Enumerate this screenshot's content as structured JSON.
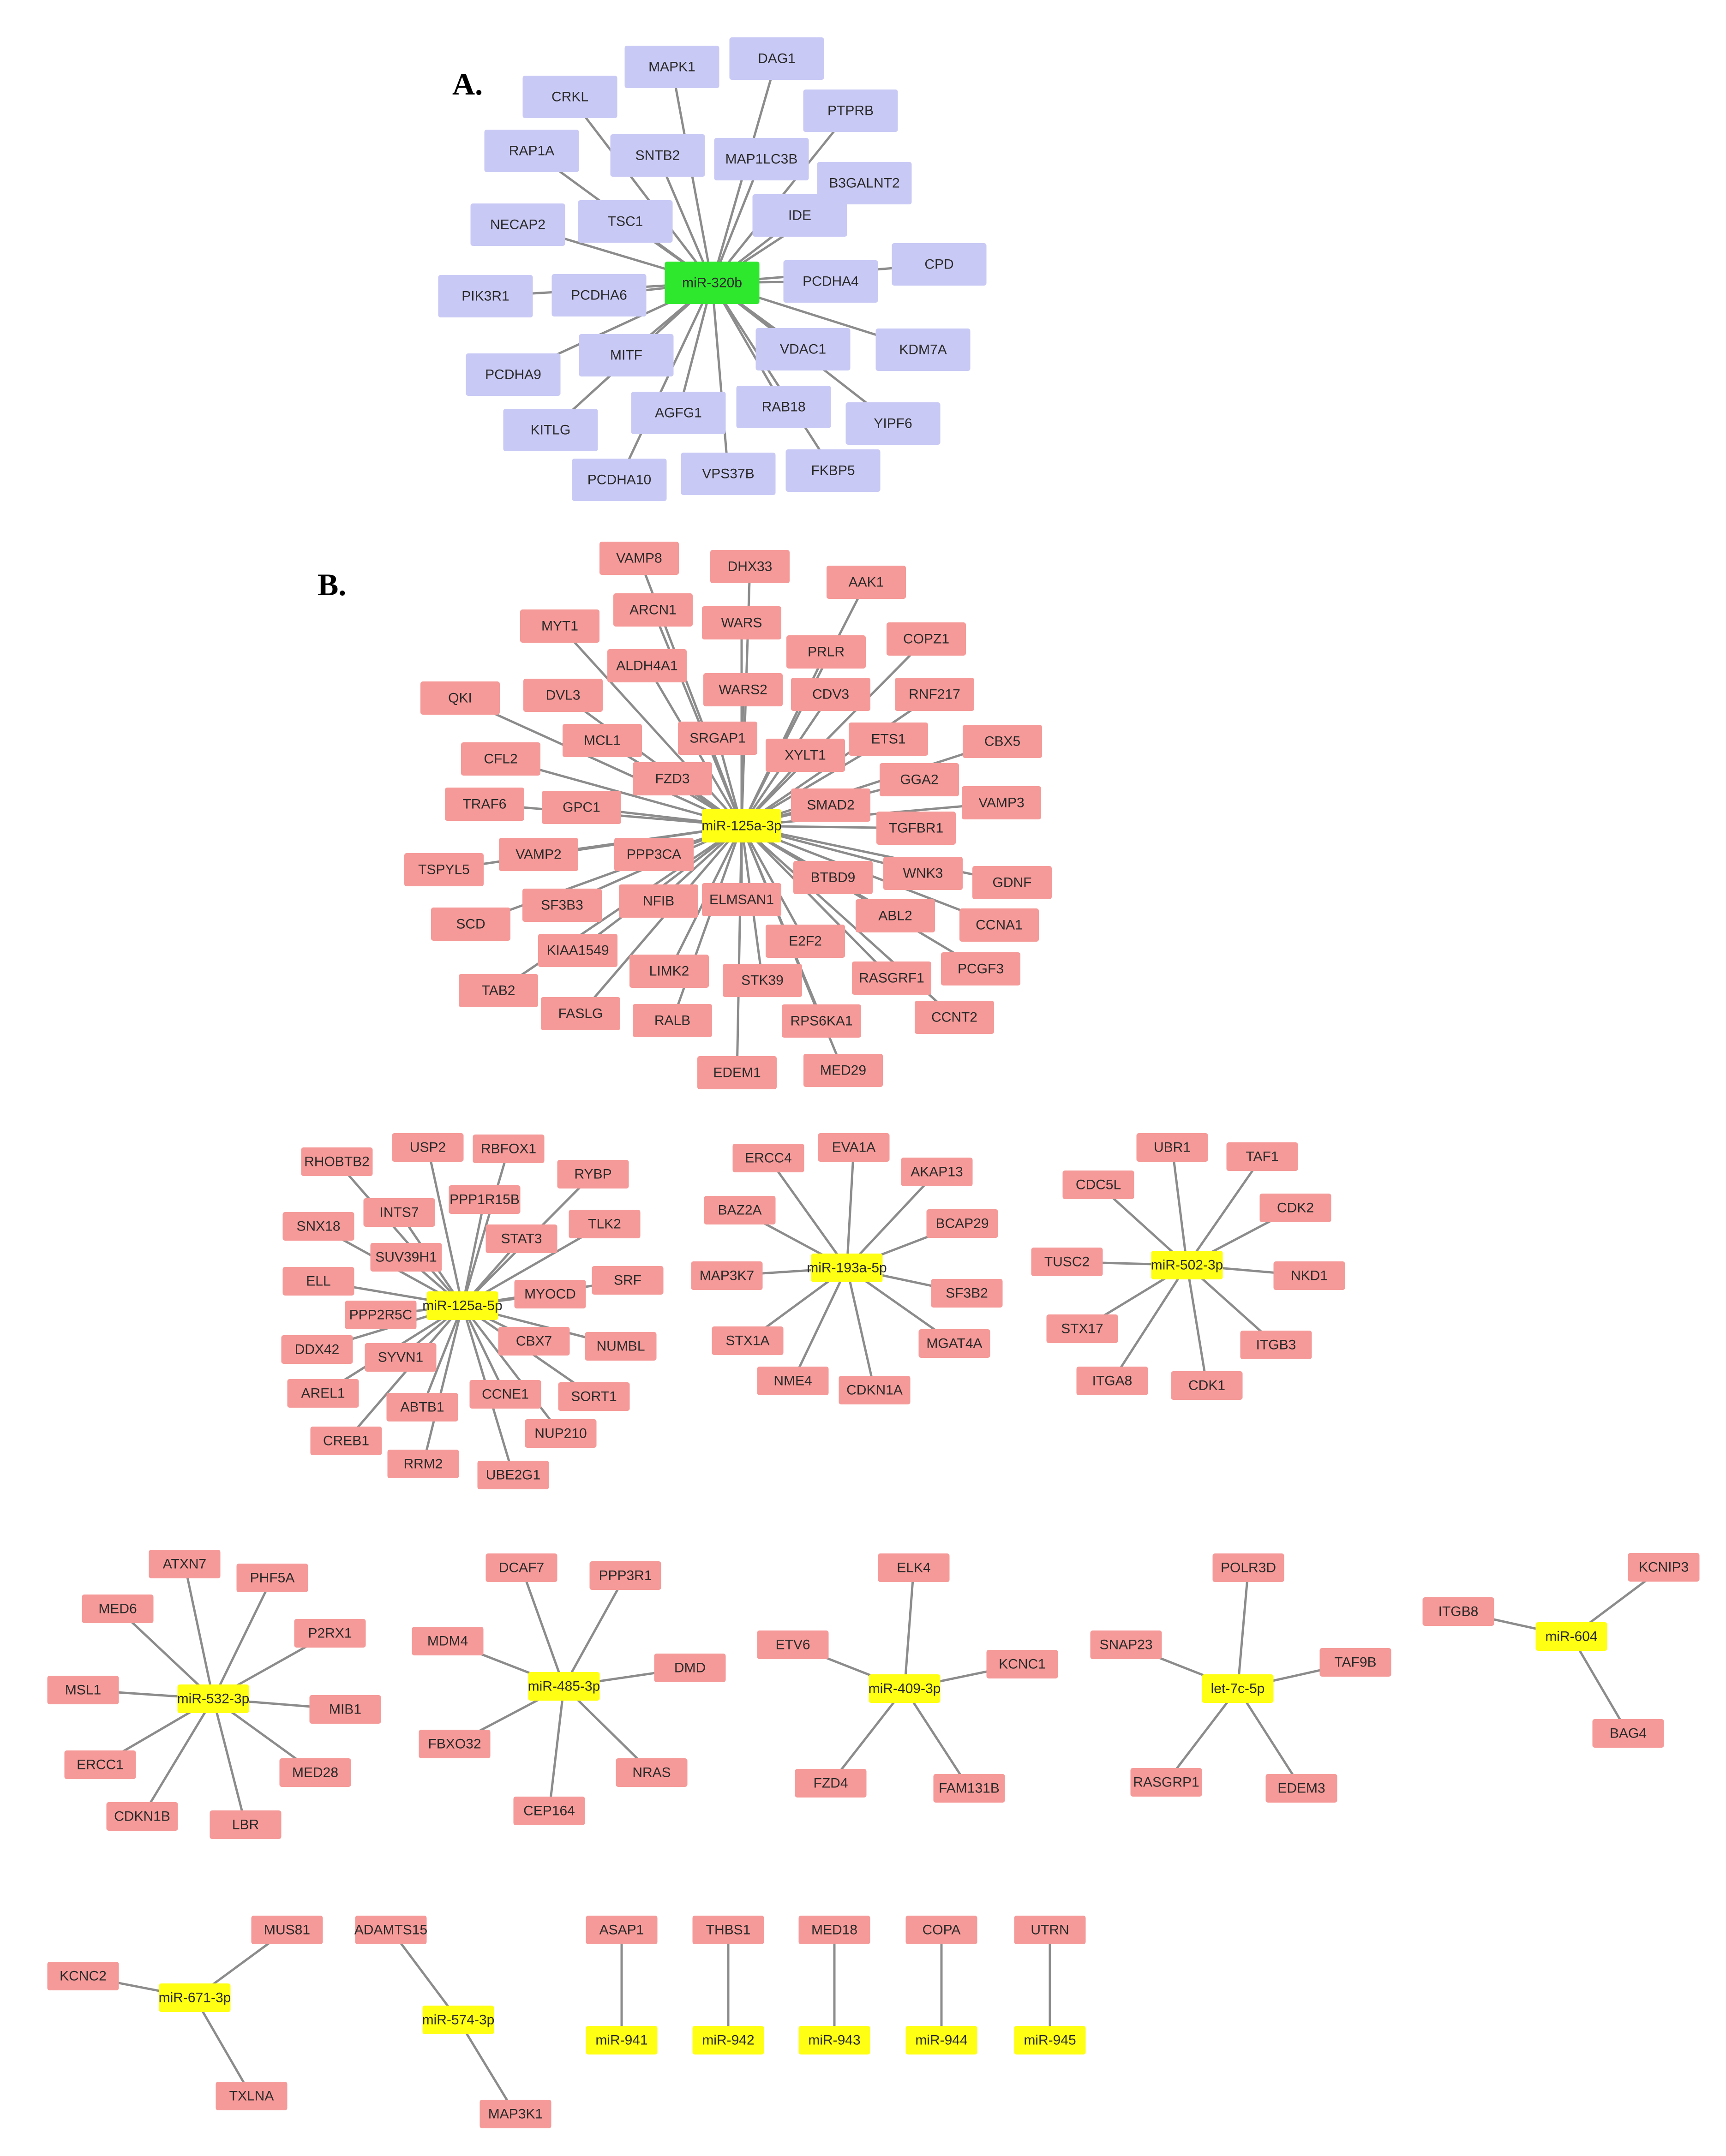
{
  "panel_labels": {
    "a": "A.",
    "b": "B."
  },
  "colors": {
    "mirna_a": "#2ee82e",
    "mirna_b": "#ffff14",
    "target_a": "#c9c9f5",
    "target_b": "#f59a98",
    "edge": "#8c8c8c"
  },
  "networks": [
    {
      "id": "net-320b",
      "mirna": "miR-320b",
      "targets": [
        "MAPK1",
        "DAG1",
        "CRKL",
        "PTPRB",
        "RAP1A",
        "SNTB2",
        "MAP1LC3B",
        "B3GALNT2",
        "NECAP2",
        "TSC1",
        "IDE",
        "CPD",
        "PIK3R1",
        "PCDHA6",
        "PCDHA4",
        "MITF",
        "VDAC1",
        "KDM7A",
        "PCDHA9",
        "AGFG1",
        "RAB18",
        "YIPF6",
        "KITLG",
        "PCDHA10",
        "VPS37B",
        "FKBP5"
      ]
    },
    {
      "id": "net-125a-3p",
      "mirna": "miR-125a-3p",
      "targets": [
        "VAMP8",
        "DHX33",
        "AAK1",
        "ARCN1",
        "WARS",
        "MYT1",
        "PRLR",
        "COPZ1",
        "ALDH4A1",
        "WARS2",
        "CDV3",
        "RNF217",
        "QKI",
        "DVL3",
        "SRGAP1",
        "MCL1",
        "ETS1",
        "CBX5",
        "CFL2",
        "XYLT1",
        "FZD3",
        "GGA2",
        "TRAF6",
        "GPC1",
        "SMAD2",
        "VAMP3",
        "TGFBR1",
        "PPP3CA",
        "VAMP2",
        "TSPYL5",
        "WNK3",
        "BTBD9",
        "GDNF",
        "NFIB",
        "ELMSAN1",
        "SCD",
        "SF3B3",
        "ABL2",
        "CCNA1",
        "KIAA1549",
        "E2F2",
        "LIMK2",
        "PCGF3",
        "TAB2",
        "RASGRF1",
        "STK39",
        "FASLG",
        "RALB",
        "RPS6KA1",
        "CCNT2",
        "EDEM1",
        "MED29"
      ]
    },
    {
      "id": "net-125a-5p",
      "mirna": "miR-125a-5p",
      "targets": [
        "USP2",
        "RBFOX1",
        "RHOBTB2",
        "RYBP",
        "PPP1R15B",
        "INTS7",
        "SNX18",
        "TLK2",
        "STAT3",
        "SUV39H1",
        "SRF",
        "ELL",
        "MYOCD",
        "PPP2R5C",
        "CBX7",
        "DDX42",
        "NUMBL",
        "SYVN1",
        "AREL1",
        "SORT1",
        "CCNE1",
        "ABTB1",
        "CREB1",
        "NUP210",
        "RRM2",
        "UBE2G1"
      ]
    },
    {
      "id": "net-193a-5p",
      "mirna": "miR-193a-5p",
      "targets": [
        "EVA1A",
        "ERCC4",
        "AKAP13",
        "BAZ2A",
        "BCAP29",
        "MAP3K7",
        "SF3B2",
        "STX1A",
        "MGAT4A",
        "NME4",
        "CDKN1A"
      ]
    },
    {
      "id": "net-502-3p",
      "mirna": "miR-502-3p",
      "targets": [
        "UBR1",
        "TAF1",
        "CDC5L",
        "CDK2",
        "TUSC2",
        "NKD1",
        "STX17",
        "ITGB3",
        "ITGA8",
        "CDK1"
      ]
    },
    {
      "id": "net-532-3p",
      "mirna": "miR-532-3p",
      "targets": [
        "ATXN7",
        "PHF5A",
        "MED6",
        "P2RX1",
        "MSL1",
        "MIB1",
        "ERCC1",
        "MED28",
        "CDKN1B",
        "LBR"
      ]
    },
    {
      "id": "net-485-3p",
      "mirna": "miR-485-3p",
      "targets": [
        "DCAF7",
        "PPP3R1",
        "MDM4",
        "DMD",
        "FBXO32",
        "NRAS",
        "CEP164"
      ]
    },
    {
      "id": "net-409-3p",
      "mirna": "miR-409-3p",
      "targets": [
        "ELK4",
        "ETV6",
        "KCNC1",
        "FZD4",
        "FAM131B"
      ]
    },
    {
      "id": "net-let-7c-5p",
      "mirna": "let-7c-5p",
      "targets": [
        "POLR3D",
        "SNAP23",
        "TAF9B",
        "RASGRP1",
        "EDEM3"
      ]
    },
    {
      "id": "net-604",
      "mirna": "miR-604",
      "targets": [
        "KCNIP3",
        "ITGB8",
        "BAG4"
      ]
    },
    {
      "id": "net-671-3p",
      "mirna": "miR-671-3p",
      "targets": [
        "MUS81",
        "KCNC2",
        "TXLNA"
      ]
    },
    {
      "id": "net-574-3p",
      "mirna": "miR-574-3p",
      "targets": [
        "ADAMTS15",
        "MAP3K1"
      ]
    },
    {
      "id": "net-941",
      "mirna": "miR-941",
      "targets": [
        "ASAP1"
      ]
    },
    {
      "id": "net-942",
      "mirna": "miR-942",
      "targets": [
        "THBS1"
      ]
    },
    {
      "id": "net-943",
      "mirna": "miR-943",
      "targets": [
        "MED18"
      ]
    },
    {
      "id": "net-944",
      "mirna": "miR-944",
      "targets": [
        "COPA"
      ]
    },
    {
      "id": "net-945",
      "mirna": "miR-945",
      "targets": [
        "UTRN"
      ]
    }
  ]
}
